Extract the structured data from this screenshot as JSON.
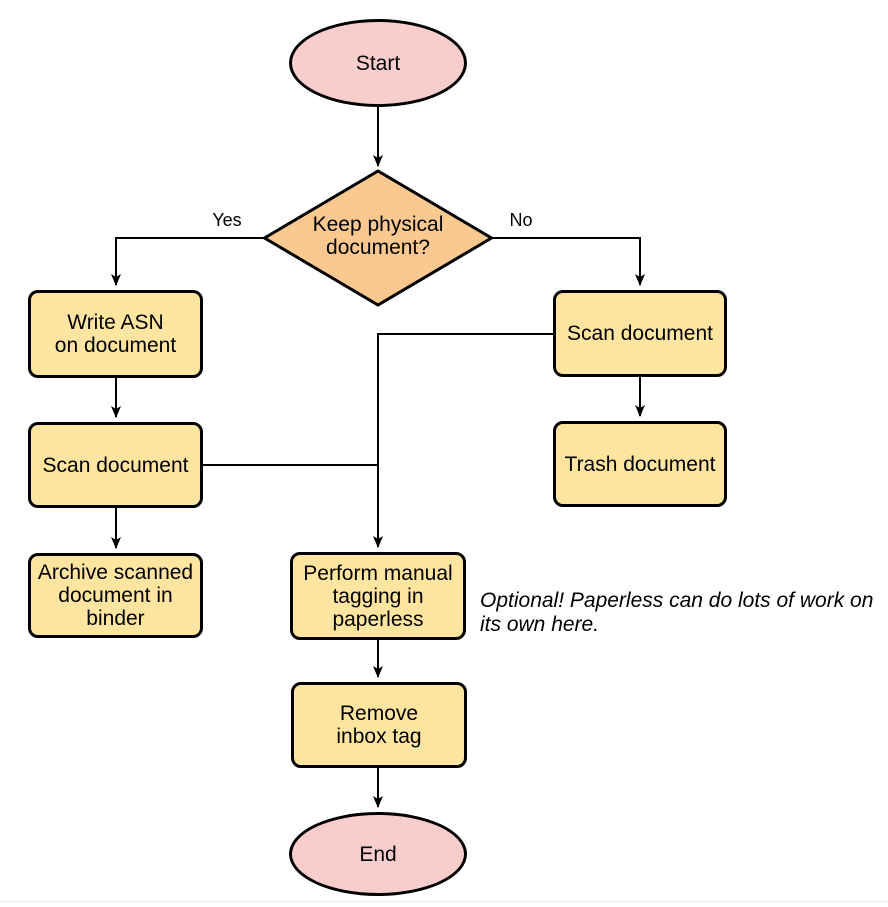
{
  "diagram": {
    "type": "flowchart",
    "nodes": {
      "start": {
        "label": "Start",
        "shape": "terminal"
      },
      "decision": {
        "label": "Keep physical\ndocument?",
        "shape": "decision"
      },
      "write_asn": {
        "label": "Write ASN\non document",
        "shape": "process"
      },
      "scan_left": {
        "label": "Scan document",
        "shape": "process"
      },
      "archive": {
        "label": "Archive scanned\ndocument in\nbinder",
        "shape": "process"
      },
      "scan_right": {
        "label": "Scan document",
        "shape": "process"
      },
      "trash": {
        "label": "Trash document",
        "shape": "process"
      },
      "perform_tagging": {
        "label": "Perform manual\ntagging in\npaperless",
        "shape": "process"
      },
      "remove_inbox": {
        "label": "Remove\ninbox tag",
        "shape": "process"
      },
      "end": {
        "label": "End",
        "shape": "terminal"
      }
    },
    "edge_labels": {
      "yes": "Yes",
      "no": "No"
    },
    "annotation": "Optional! Paperless can do lots of work on\nits own here.",
    "colors": {
      "terminal_fill": "#f8cecc",
      "decision_fill": "#fbc990",
      "process_fill": "#ffe5a0",
      "stroke": "#000000"
    }
  }
}
